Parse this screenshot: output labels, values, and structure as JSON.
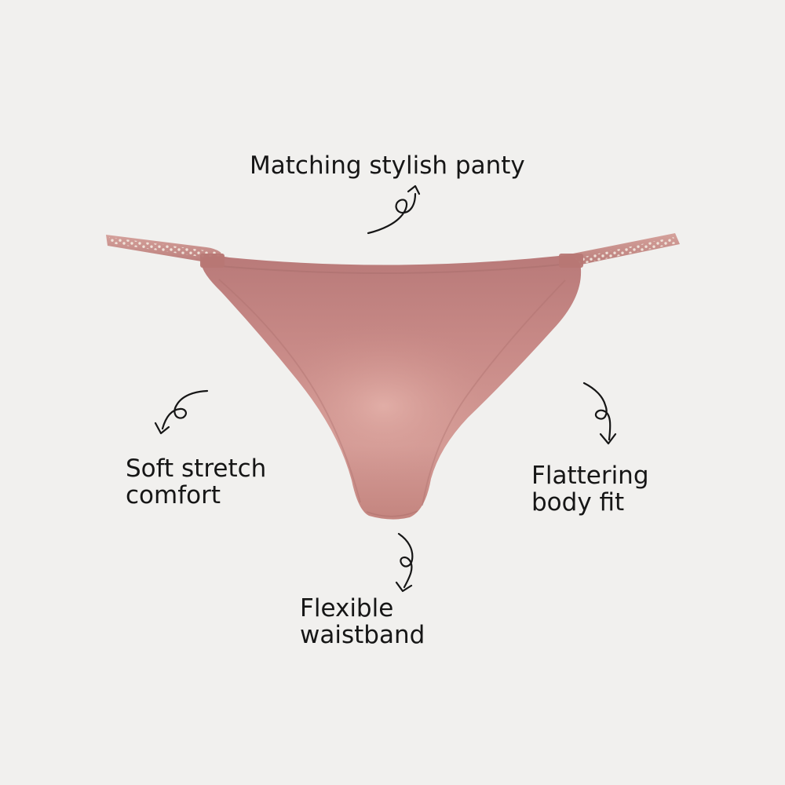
{
  "image": {
    "background_color": "#f1f0ee",
    "product_color": "#c9908c",
    "trim_color": "#d8cbc1",
    "text_color": "#161616"
  },
  "callouts": {
    "top": {
      "lines": [
        "Matching stylish panty"
      ]
    },
    "left": {
      "lines": [
        "Soft stretch",
        "comfort"
      ]
    },
    "right": {
      "lines": [
        "Flattering",
        "body fit"
      ]
    },
    "bottom": {
      "lines": [
        "Flexible",
        "waistband"
      ]
    }
  },
  "icons": {
    "arrow": "curly-arrow-icon"
  }
}
